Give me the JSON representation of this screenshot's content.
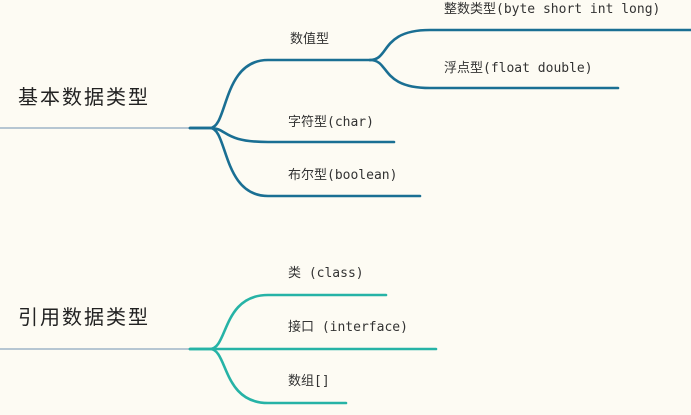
{
  "mindmap": {
    "colors": {
      "background": "#fdfbf3",
      "primitive_branch": "#1a6f93",
      "reference_branch": "#26b3a6",
      "root_line": "#9fb4c8",
      "text": "#333333"
    },
    "primitive": {
      "label": "基本数据类型",
      "children": [
        {
          "label": "数值型",
          "children": [
            {
              "label": "整数类型(byte short int long)"
            },
            {
              "label": "浮点型(float double)"
            }
          ]
        },
        {
          "label": "字符型(char)"
        },
        {
          "label": "布尔型(boolean)"
        }
      ]
    },
    "reference": {
      "label": "引用数据类型",
      "children": [
        {
          "label": "类 (class)"
        },
        {
          "label": "接口 (interface)"
        },
        {
          "label": "数组[]"
        }
      ]
    }
  }
}
